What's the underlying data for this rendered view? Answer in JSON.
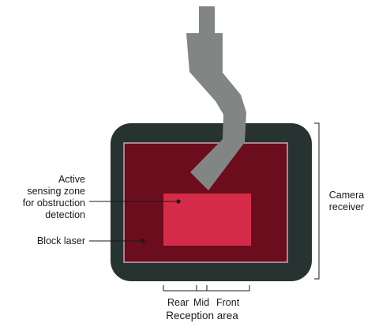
{
  "colors": {
    "frame": "#263331",
    "laser_zone": "#6b0d1d",
    "sensing_zone": "#d62b48",
    "probe": "#818685",
    "inner_outline": "#c9a8ad",
    "leader_line": "#1a1a1a"
  },
  "labels": {
    "active_zone_line1": "Active",
    "active_zone_line2": "sensing zone",
    "active_zone_line3": "for obstruction",
    "active_zone_line4": "detection",
    "block_laser": "Block laser",
    "camera_receiver_line1": "Camera",
    "camera_receiver_line2": "receiver",
    "reception_rear": "Rear",
    "reception_mid": "Mid",
    "reception_front": "Front",
    "reception_area": "Reception area"
  }
}
